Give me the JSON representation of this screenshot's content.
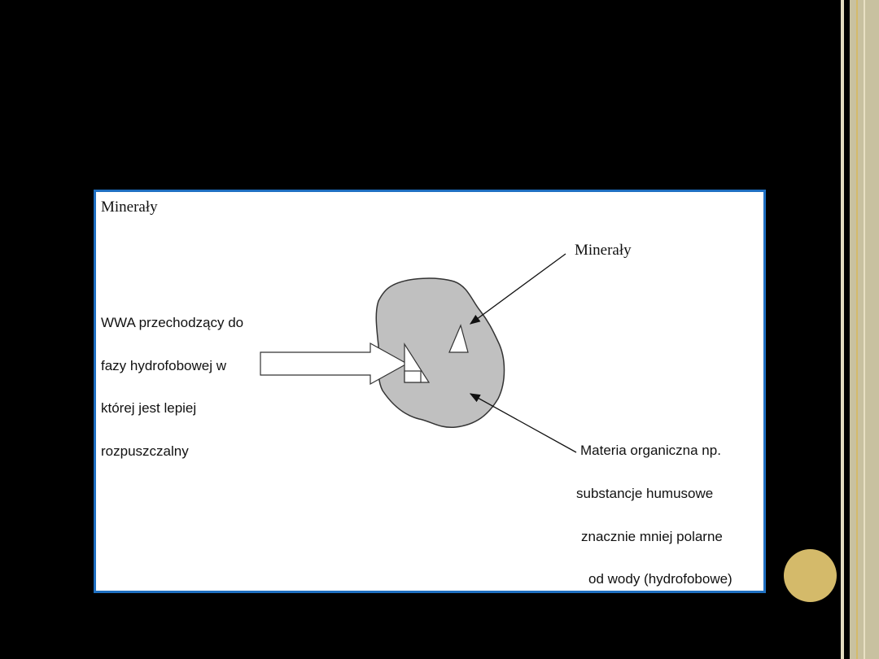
{
  "colors": {
    "border": "#1f6fc1",
    "blob": "#c0c0c0",
    "accent": "#d4ba6a",
    "side_panel": "#c8c1a0"
  },
  "diagram": {
    "corner_label": "Minerały",
    "minerals_label": "Minerały",
    "left_text": [
      "WWA przechodzący do",
      "fazy hydrofobowej  w",
      "której jest lepiej",
      "rozpuszczalny"
    ],
    "right_text": [
      "Materia organiczna np.",
      "substancje humusowe",
      "znacznie mniej polarne",
      "od wody (hydrofobowe)"
    ]
  }
}
